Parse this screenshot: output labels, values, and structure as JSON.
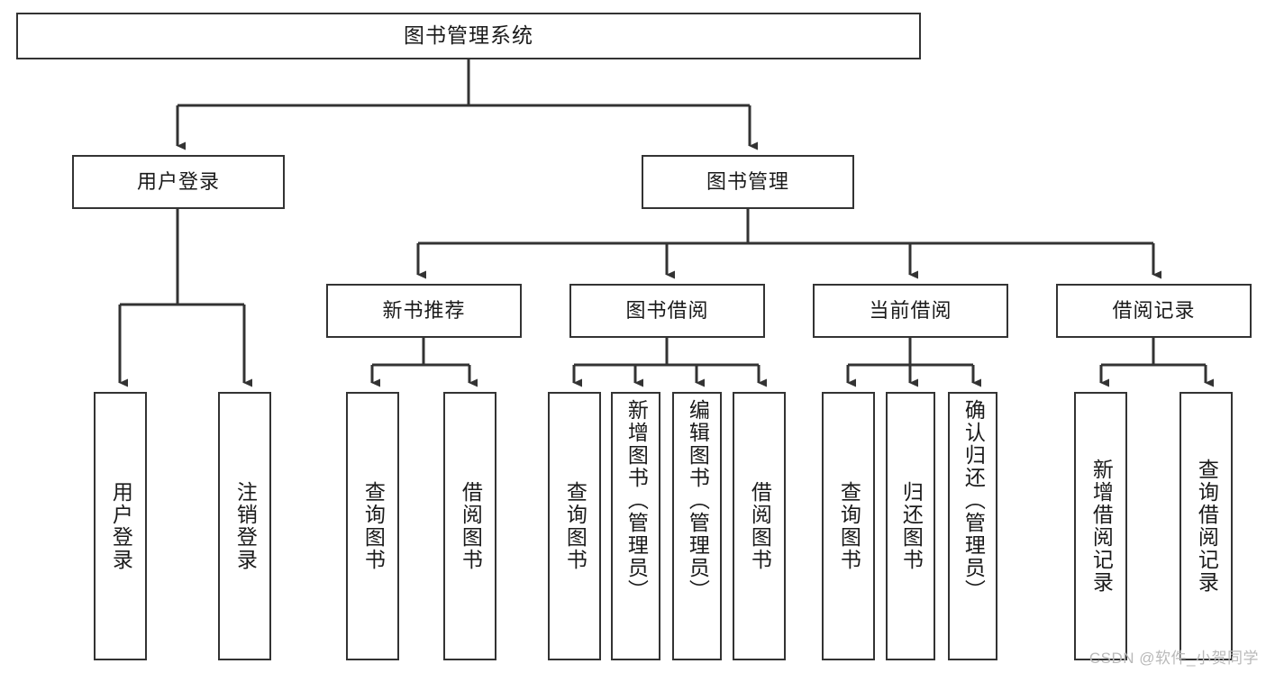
{
  "diagram": {
    "title": "图书管理系统",
    "type": "hierarchy-tree",
    "root": {
      "label": "图书管理系统"
    },
    "level1": [
      {
        "label": "用户登录"
      },
      {
        "label": "图书管理"
      }
    ],
    "level2": [
      {
        "label": "新书推荐"
      },
      {
        "label": "图书借阅"
      },
      {
        "label": "当前借阅"
      },
      {
        "label": "借阅记录"
      }
    ],
    "leaves": [
      {
        "label": "用户登录",
        "parent": "用户登录"
      },
      {
        "label": "注销登录",
        "parent": "用户登录"
      },
      {
        "label": "查询图书",
        "parent": "新书推荐"
      },
      {
        "label": "借阅图书",
        "parent": "新书推荐"
      },
      {
        "label": "查询图书",
        "parent": "图书借阅"
      },
      {
        "label": "新增图书（管理员）",
        "parent": "图书借阅"
      },
      {
        "label": "编辑图书（管理员）",
        "parent": "图书借阅"
      },
      {
        "label": "借阅图书",
        "parent": "图书借阅"
      },
      {
        "label": "查询图书",
        "parent": "当前借阅"
      },
      {
        "label": "归还图书",
        "parent": "当前借阅"
      },
      {
        "label": "确认归还（管理员）",
        "parent": "当前借阅"
      },
      {
        "label": "新增借阅记录",
        "parent": "借阅记录"
      },
      {
        "label": "查询借阅记录",
        "parent": "借阅记录"
      }
    ]
  },
  "watermark": {
    "text": "CSDN @软件_小贺同学"
  },
  "colors": {
    "stroke": "#333333",
    "box_fill": "#ffffff",
    "text": "#1a1a1a",
    "watermark": "#b9b9b9",
    "background": "#ffffff"
  }
}
